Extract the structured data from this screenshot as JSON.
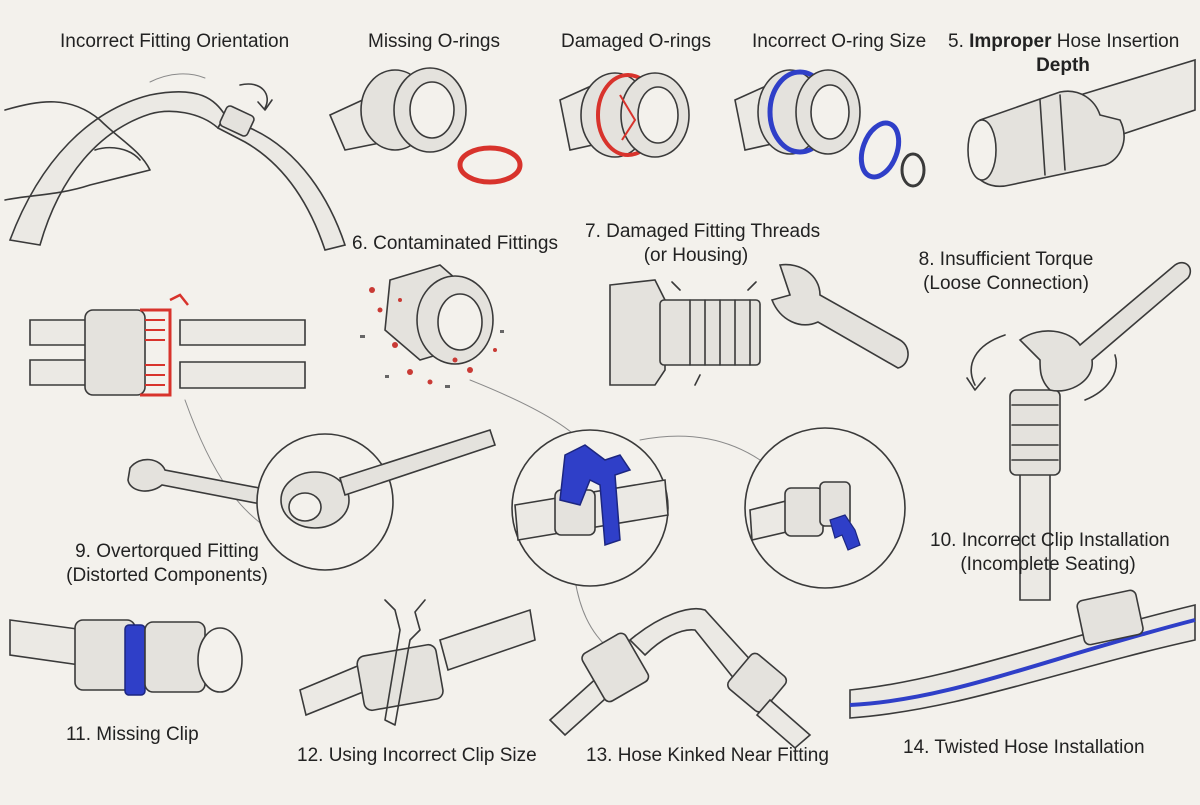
{
  "colors": {
    "background": "#f3f1ec",
    "ink": "#3a3a3a",
    "red_accent": "#d8332c",
    "blue_accent": "#2f3fc8"
  },
  "items": [
    {
      "id": "1",
      "label": "Incorrect Fitting Orientation"
    },
    {
      "id": "2",
      "label": "Missing O-rings"
    },
    {
      "id": "3",
      "label": "Damaged O-rings"
    },
    {
      "id": "4",
      "label": "Incorrect O-ring Size"
    },
    {
      "id": "5",
      "label_prefix": "5. ",
      "label_bold": "Improper",
      "label_rest": " Hose Insertion",
      "label_line2": "Depth"
    },
    {
      "id": "6",
      "label": "6. Contaminated Fittings"
    },
    {
      "id": "7",
      "label_line1": "7. Damaged Fitting Threads",
      "label_line2": "(or Housing)"
    },
    {
      "id": "8",
      "label_line1": "8. Insufficient Torque",
      "label_line2": "(Loose Connection)"
    },
    {
      "id": "9",
      "label_line1": "9. Overtorqued Fitting",
      "label_line2": "(Distorted Components)"
    },
    {
      "id": "10",
      "label_line1": "10. Incorrect Clip Installation",
      "label_line2": "(Incomplete Seating)"
    },
    {
      "id": "11",
      "label": "11. Missing Clip"
    },
    {
      "id": "12",
      "label": "12. Using Incorrect Clip Size"
    },
    {
      "id": "13",
      "label": "13. Hose Kinked Near Fitting"
    },
    {
      "id": "14",
      "label": "14. Twisted Hose Installation"
    }
  ]
}
